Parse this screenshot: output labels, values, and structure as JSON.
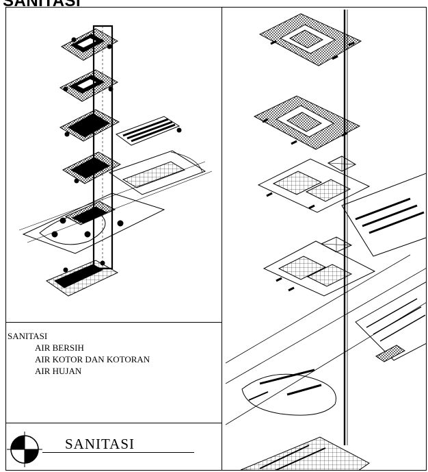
{
  "title": "SANITASI",
  "legend": {
    "heading": "SANITASI",
    "items": [
      "AIR BERSIH",
      "AIR KOTOR DAN KOTORAN",
      "AIR HUJAN"
    ]
  },
  "plate": {
    "title": "SANITASI"
  },
  "drawing": {
    "left_panel": "exploded isometric sanitation diagram, 6 levels",
    "right_panel": "enlarged isometric floor plates with vertical riser",
    "line_color": "#000000",
    "background": "#ffffff"
  },
  "icons": [
    "north-compass-icon"
  ]
}
